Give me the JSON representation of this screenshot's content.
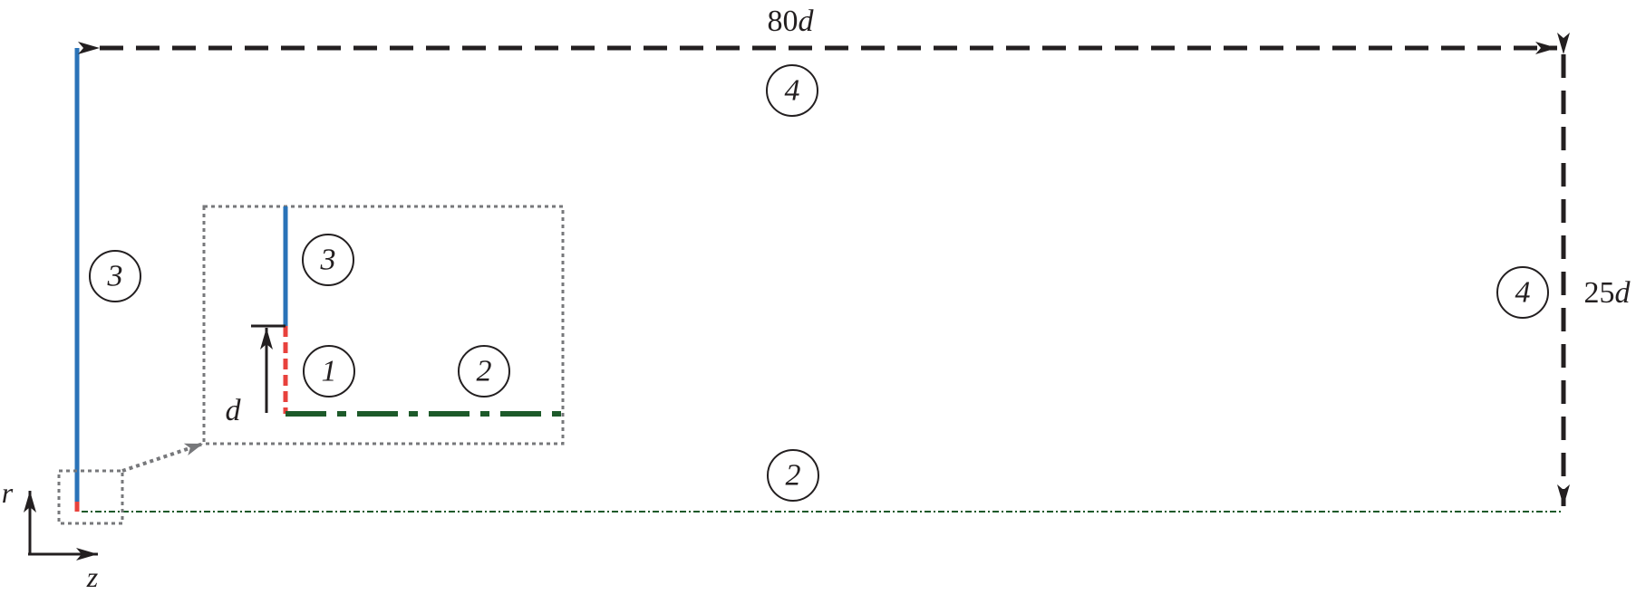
{
  "diagram": {
    "dimensions": {
      "length_num": "80",
      "length_var": "d",
      "height_num": "25",
      "height_var": "d",
      "inlet_var": "d"
    },
    "axes": {
      "r": "r",
      "z": "z"
    },
    "boundary_labels": {
      "top": "4",
      "right": "4",
      "left_wall": "3",
      "axis_bottom": "2",
      "inset_wall": "3",
      "inset_inlet": "1",
      "inset_axis": "2"
    },
    "colors": {
      "wall": "#2a73b8",
      "inlet": "#e8413c",
      "axis": "#1d5a2a",
      "far_field": "#231f20",
      "zoom_box": "#77787b",
      "text": "#231f20"
    }
  }
}
